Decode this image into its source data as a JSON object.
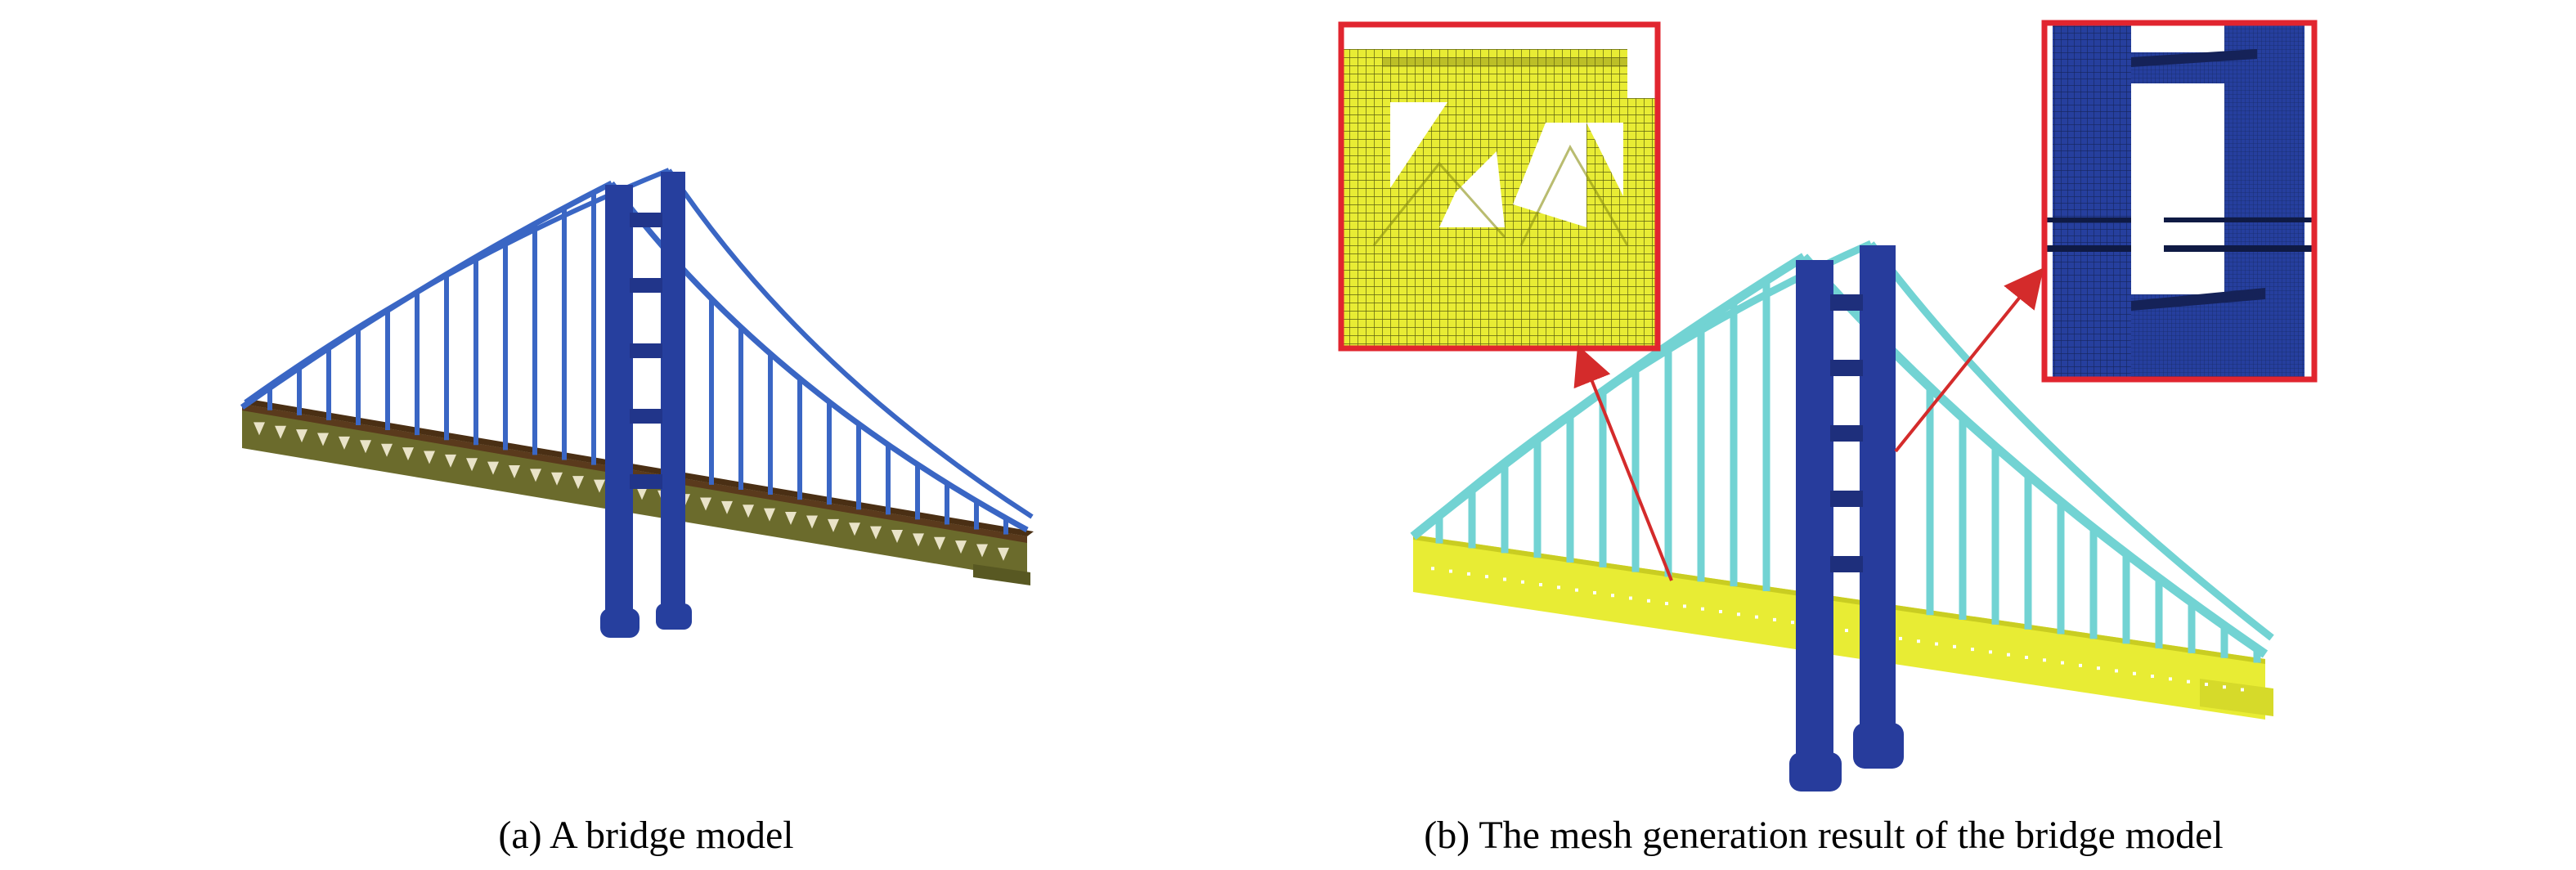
{
  "figure": {
    "panels": [
      {
        "id": "a",
        "caption": "(a) A bridge model"
      },
      {
        "id": "b",
        "caption": "(b) The mesh generation result of the bridge model"
      }
    ]
  },
  "colors": {
    "model_cable": "#3a66c4",
    "model_tower": "#263f9e",
    "model_deck_side": "#6b6b2c",
    "model_deck_top": "#5a3a1c",
    "mesh_cable": "#72d3d3",
    "mesh_tower": "#273c9c",
    "mesh_deck": "#e8ec34",
    "callout_border": "#e1252f",
    "callout_arrow": "#d42b2b"
  },
  "icons": {
    "callout_left": "mesh-detail-deck-truss",
    "callout_right": "mesh-detail-tower-crossbeam"
  }
}
